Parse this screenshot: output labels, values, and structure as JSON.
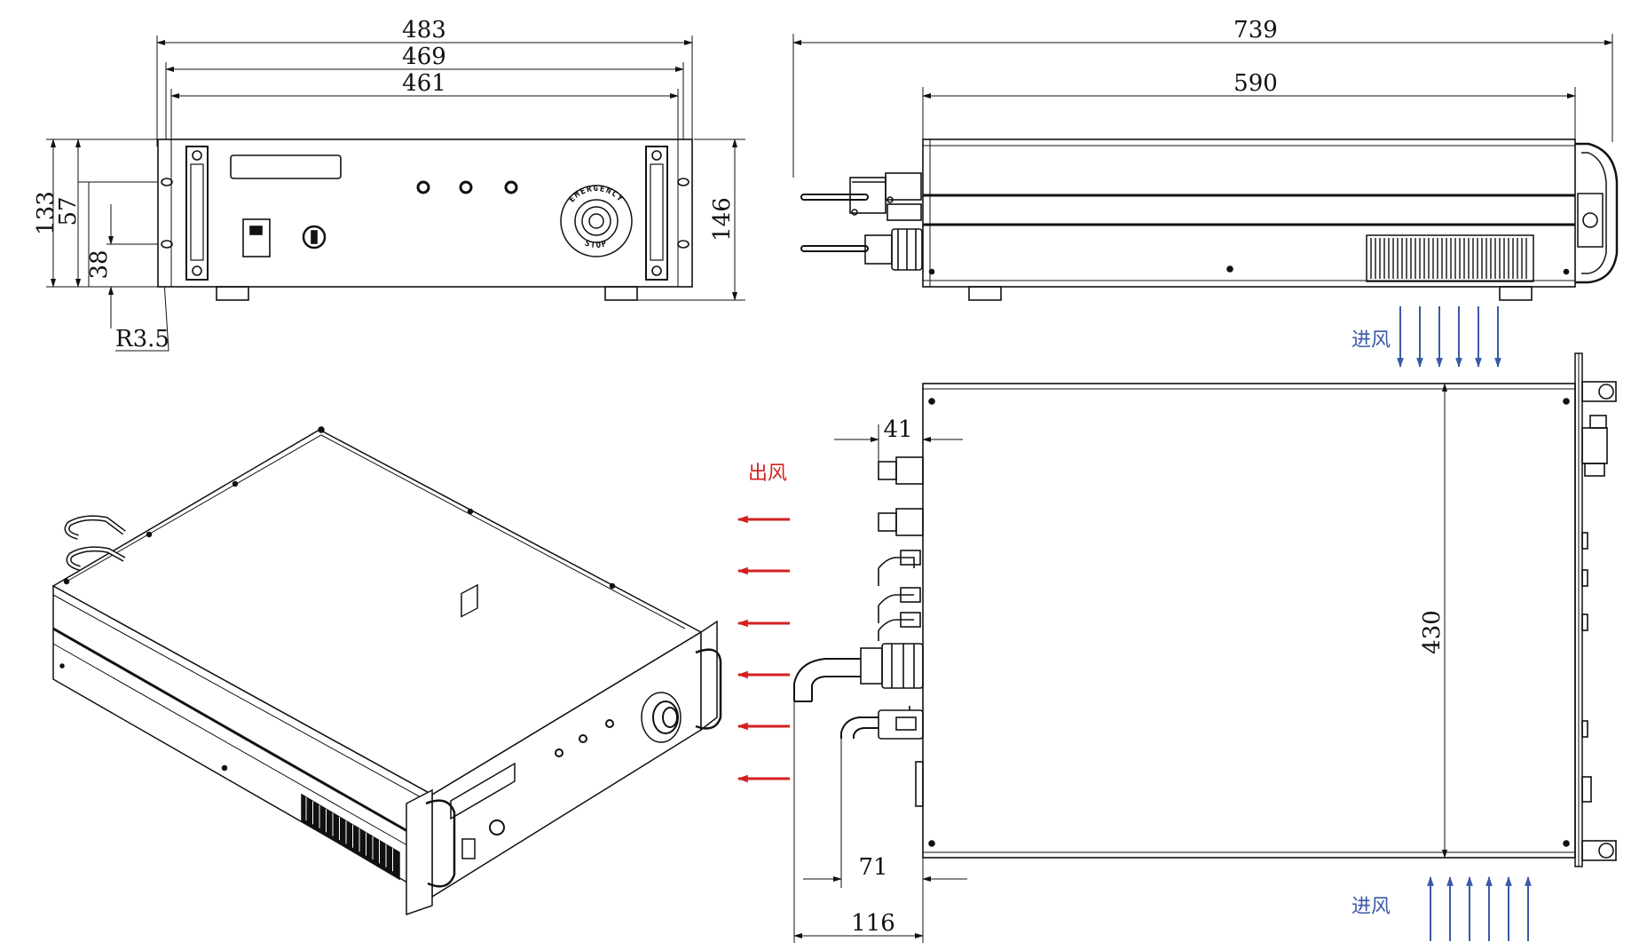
{
  "front_view": {
    "dim_width_overall": "483",
    "dim_width_mount": "469",
    "dim_width_body": "461",
    "dim_height_total": "133",
    "dim_height_57": "57",
    "dim_height_38": "38",
    "dim_height_146": "146",
    "dim_radius": "R3.5",
    "knob_text_top": "EMERGENCY",
    "knob_text_bottom": "STOP"
  },
  "side_view": {
    "dim_length_overall": "739",
    "dim_length_body": "590"
  },
  "top_view": {
    "dim_41": "41",
    "dim_430": "430",
    "dim_71": "71",
    "dim_116": "116"
  },
  "airflow": {
    "inlet_label_top": "进风",
    "inlet_label_bottom": "进风",
    "outlet_label": "出风",
    "inlet_color": "#3a5aa8",
    "outlet_color": "#d42020"
  }
}
